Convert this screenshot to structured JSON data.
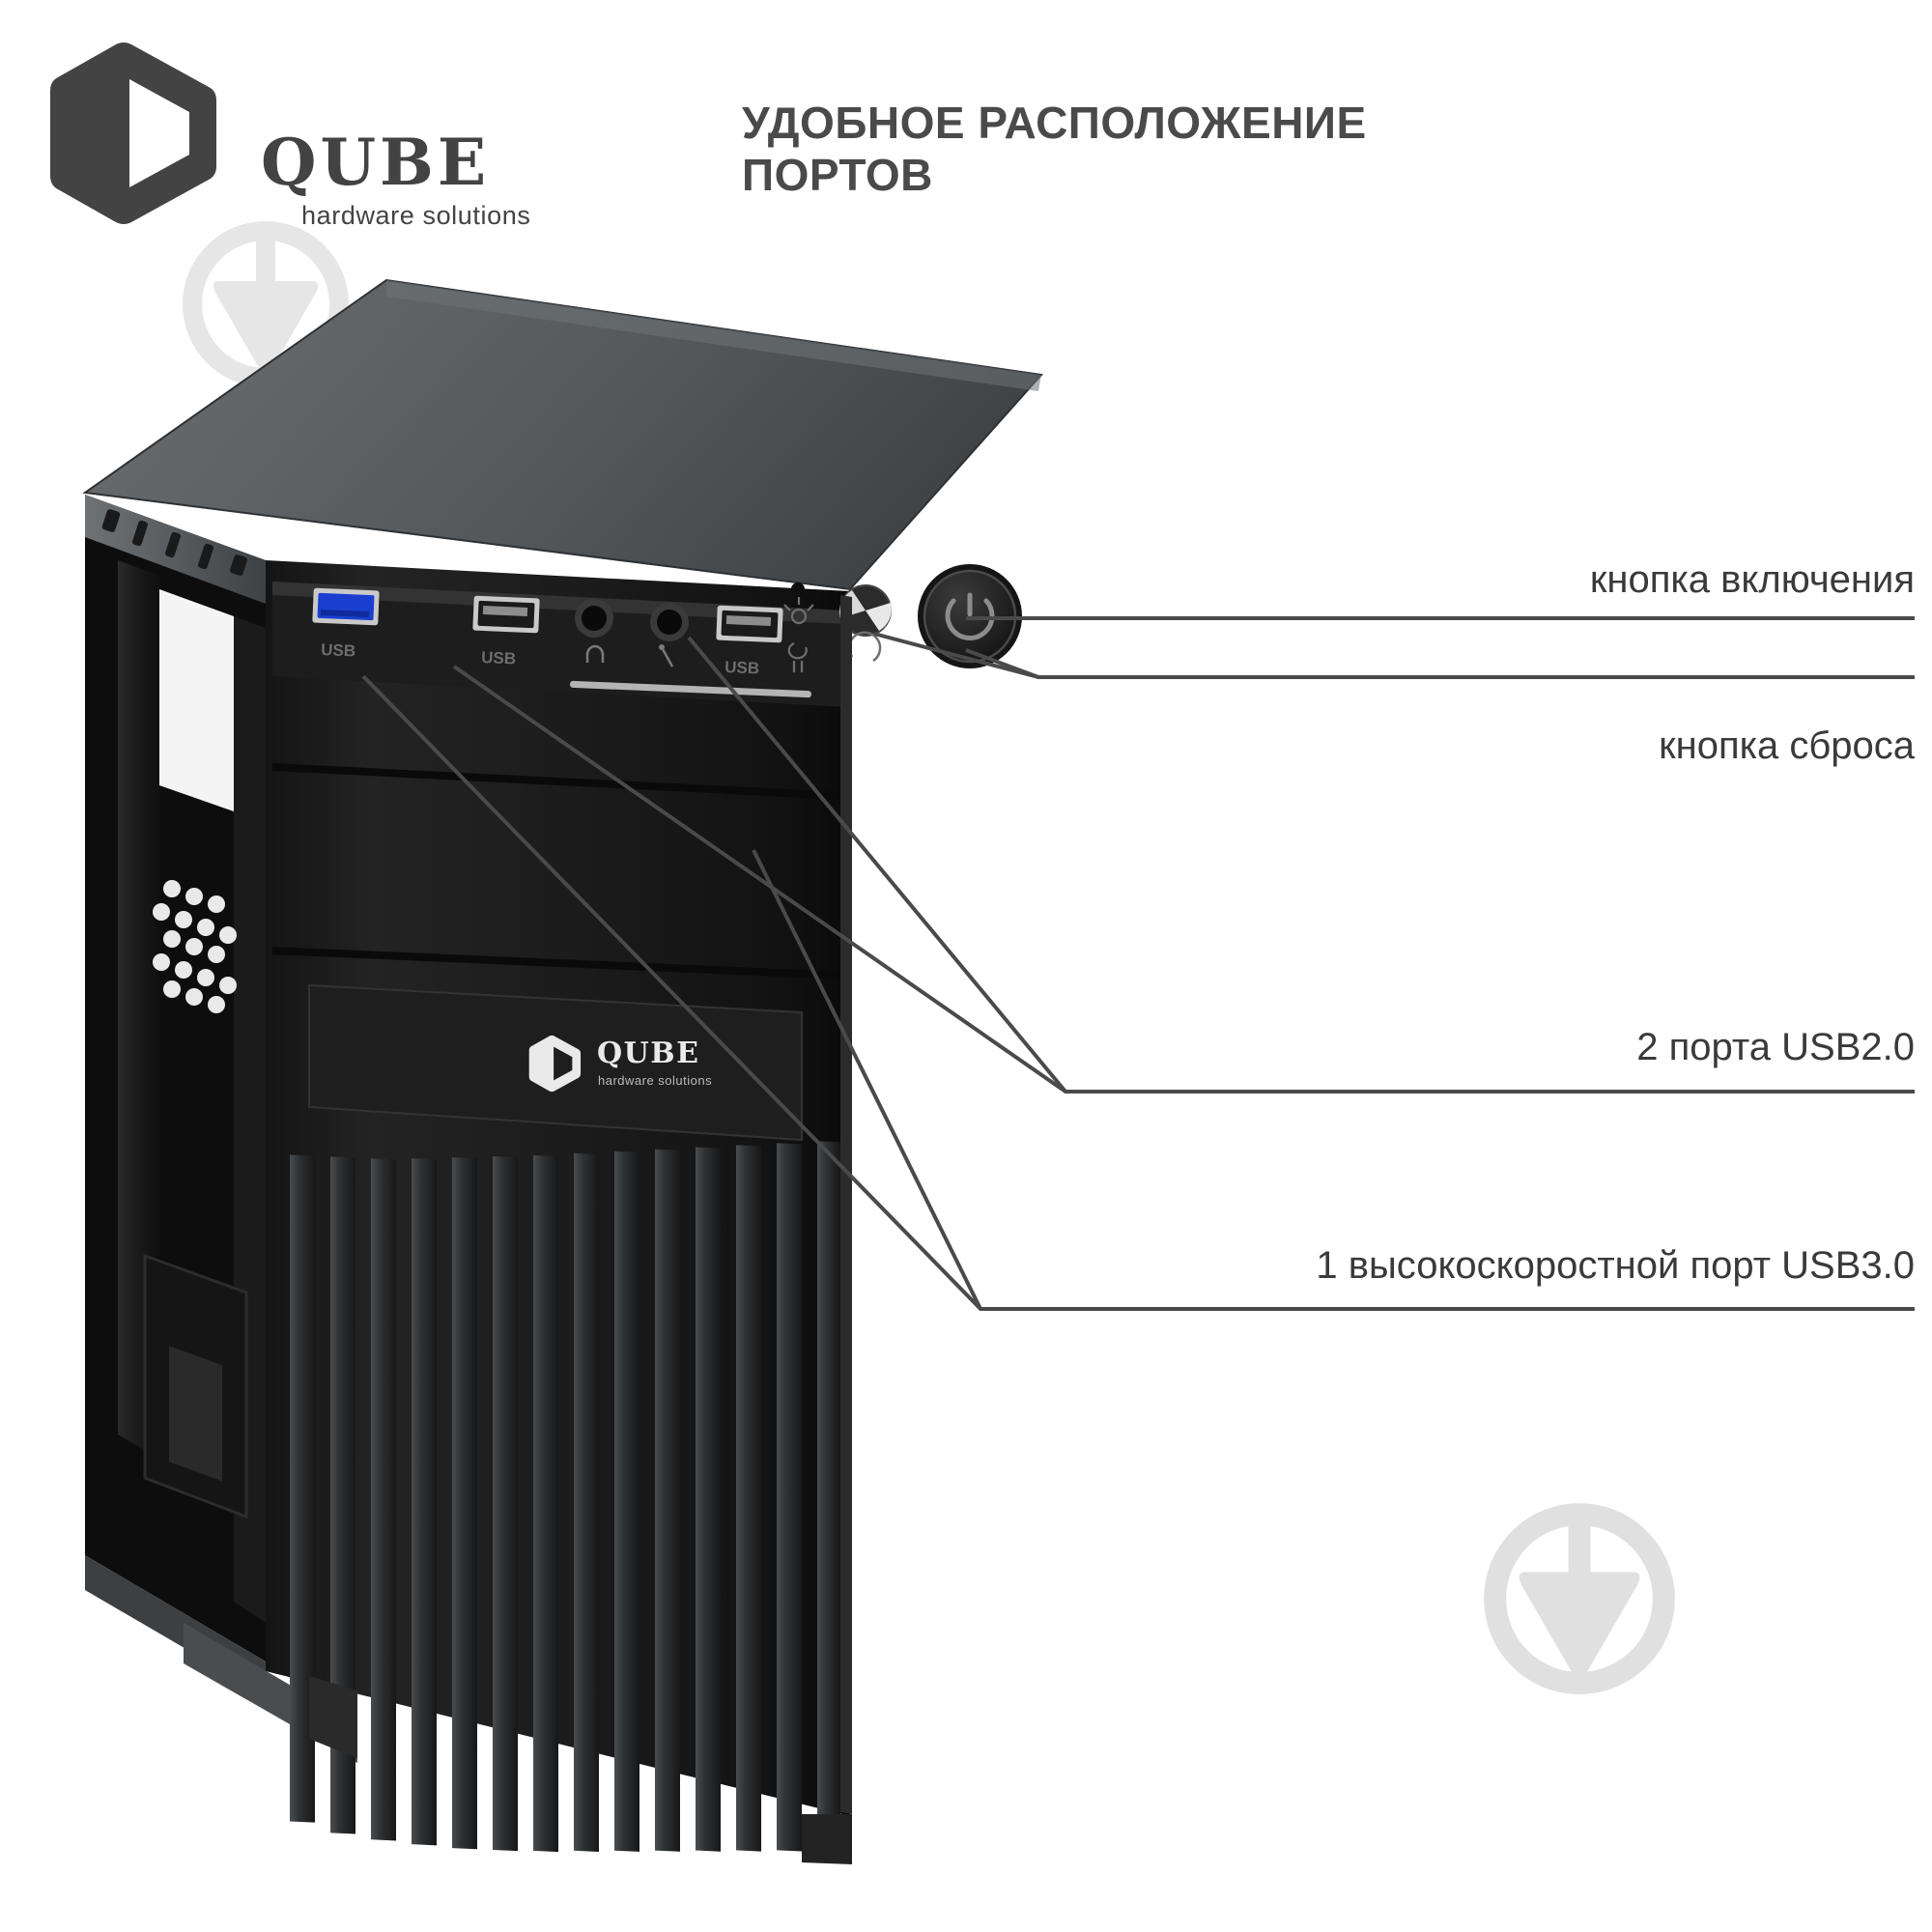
{
  "brand": {
    "name": "QUBE",
    "tagline": "hardware solutions",
    "logo_icon": "qube-hexagon-logo",
    "color": "#434343"
  },
  "title": {
    "line1": "УДОБНОЕ РАСПОЛОЖЕНИЕ",
    "line2": "ПОРТОВ",
    "color": "#4a4a4a"
  },
  "annotations": [
    {
      "id": "power-button",
      "label": "кнопка включения",
      "underline": true
    },
    {
      "id": "reset-button",
      "label": "кнопка сброса",
      "underline": true
    },
    {
      "id": "usb2-ports",
      "label": "2 порта USB2.0",
      "underline": true
    },
    {
      "id": "usb3-port",
      "label": "1 высокоскоростной порт USB3.0",
      "underline": false
    }
  ],
  "product": {
    "type": "computer-tower-case",
    "front_panel": {
      "badge_name": "QUBE",
      "badge_tagline": "hardware solutions",
      "port_labels": [
        "USB",
        "USB",
        "USB"
      ],
      "ports": [
        {
          "name": "usb3-port",
          "label": "USB",
          "color": "#1a3fd0"
        },
        {
          "name": "usb2-port-left",
          "label": "USB",
          "color": "#2a2a2a"
        },
        {
          "name": "headphone-jack",
          "label": "",
          "color": "#141414"
        },
        {
          "name": "microphone-jack",
          "label": "",
          "color": "#141414"
        },
        {
          "name": "usb2-port-right",
          "label": "USB",
          "color": "#2a2a2a"
        }
      ],
      "buttons": [
        {
          "name": "reset-button",
          "shape": "small-round"
        },
        {
          "name": "power-button",
          "shape": "large-round",
          "glyph": "power-symbol"
        }
      ],
      "indicators": [
        {
          "name": "hdd-led-icon"
        },
        {
          "name": "power-led-icon"
        }
      ]
    },
    "vent_slat_count": 13,
    "case_color": "#1c1c1c"
  },
  "watermark": {
    "icon": "circle-trowel-watermark",
    "color": "#e3e3e3"
  },
  "leader_lines": {
    "color": "#4a4a4a",
    "width": 4
  }
}
